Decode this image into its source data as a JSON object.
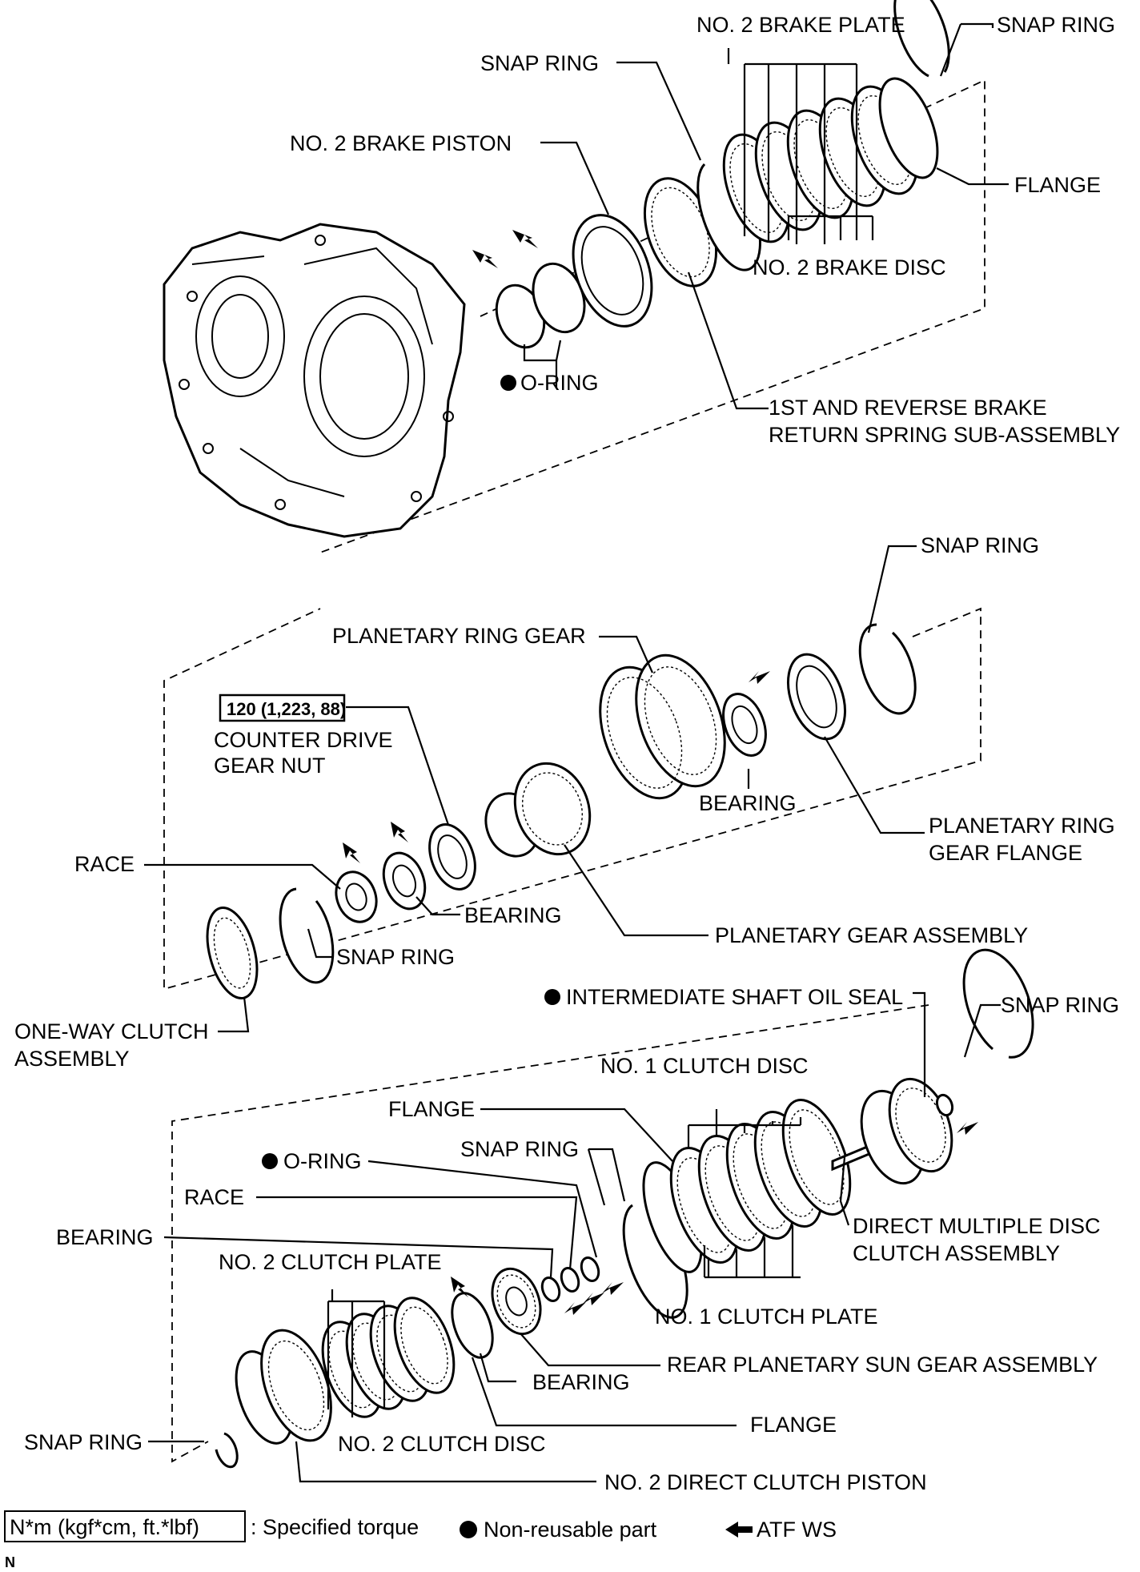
{
  "labels": {
    "top": {
      "no2_brake_plate": "NO. 2 BRAKE PLATE",
      "snap_ring_a": "SNAP RING",
      "snap_ring_b": "SNAP RING",
      "no2_brake_piston": "NO. 2 BRAKE PISTON",
      "flange": "FLANGE",
      "no2_brake_disc": "NO. 2 BRAKE DISC",
      "o_ring": "O-RING",
      "return_spring_1": "1ST AND REVERSE BRAKE",
      "return_spring_2": "RETURN SPRING SUB-ASSEMBLY"
    },
    "middle": {
      "snap_ring_top": "SNAP RING",
      "planetary_ring_gear": "PLANETARY RING GEAR",
      "torque_value": "120 (1,223, 88)",
      "counter_drive_1": "COUNTER DRIVE",
      "counter_drive_2": "GEAR NUT",
      "bearing_right": "BEARING",
      "ring_gear_flange_1": "PLANETARY RING",
      "ring_gear_flange_2": "GEAR FLANGE",
      "race": "RACE",
      "bearing_left": "BEARING",
      "planetary_gear_assembly": "PLANETARY GEAR ASSEMBLY",
      "snap_ring_bottom": "SNAP RING",
      "one_way_clutch_1": "ONE-WAY CLUTCH",
      "one_way_clutch_2": "ASSEMBLY"
    },
    "bottom": {
      "intermediate_oil_seal": "INTERMEDIATE SHAFT OIL SEAL",
      "snap_ring_right": "SNAP RING",
      "no1_clutch_disc": "NO. 1 CLUTCH DISC",
      "flange_top": "FLANGE",
      "snap_ring_mid": "SNAP RING",
      "o_ring": "O-RING",
      "race": "RACE",
      "bearing_left": "BEARING",
      "direct_clutch_1": "DIRECT MULTIPLE DISC",
      "direct_clutch_2": "CLUTCH ASSEMBLY",
      "no2_clutch_plate": "NO. 2 CLUTCH PLATE",
      "no1_clutch_plate": "NO. 1 CLUTCH PLATE",
      "rear_sun_gear": "REAR PLANETARY SUN GEAR ASSEMBLY",
      "bearing_bottom": "BEARING",
      "flange_bottom": "FLANGE",
      "snap_ring_left": "SNAP RING",
      "no2_clutch_disc": "NO. 2 CLUTCH DISC",
      "no2_direct_piston": "NO. 2 DIRECT CLUTCH PISTON"
    }
  },
  "legend": {
    "torque_box": "N*m (kgf*cm, ft.*lbf)",
    "torque_text": ": Specified torque",
    "non_reusable": "Non-reusable part",
    "atf": "ATF WS"
  },
  "corner_mark": "N"
}
